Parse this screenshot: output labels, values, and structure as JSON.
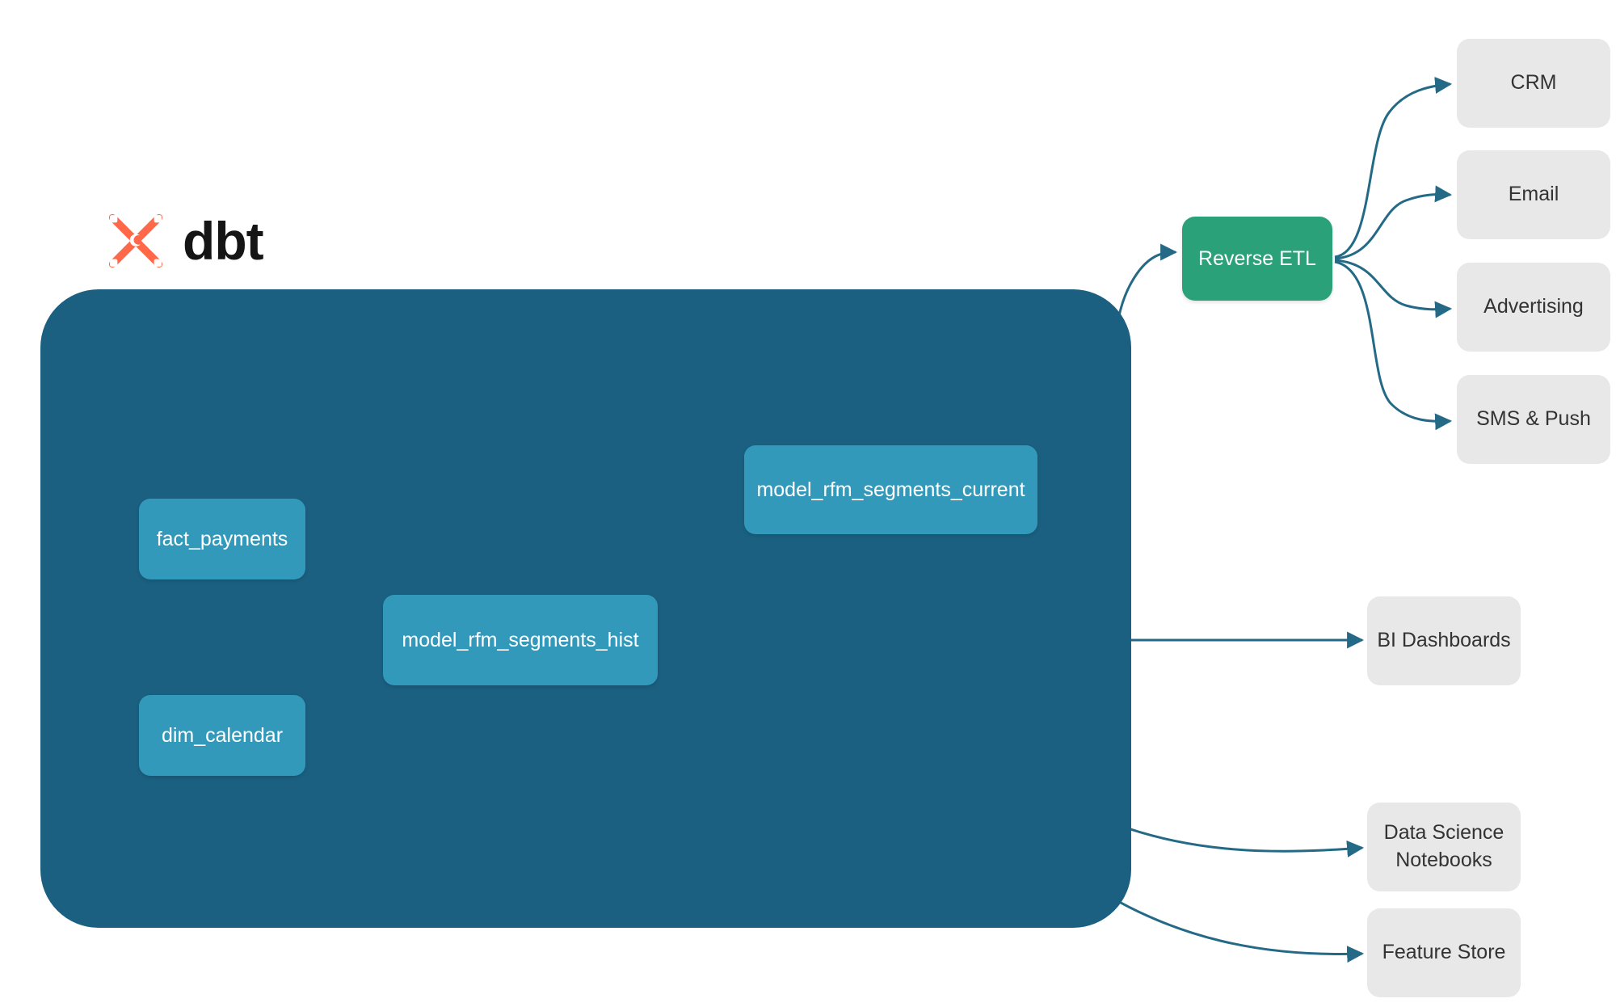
{
  "brand": {
    "logo_icon": "dbt-logo-icon",
    "wordmark": "dbt",
    "logo_color": "#ff694a"
  },
  "colors": {
    "warehouse_bg": "#1b6081",
    "model_node": "#3399bb",
    "reverse_etl": "#2aa179",
    "destination": "#e8e8e8",
    "edge": "#246a86",
    "edge_inner": "#2f80a0"
  },
  "warehouse": {
    "models": [
      {
        "id": "fact_payments",
        "label": "fact_payments"
      },
      {
        "id": "dim_calendar",
        "label": "dim_calendar"
      },
      {
        "id": "model_rfm_segments_hist",
        "label": "model_rfm_segments_hist"
      },
      {
        "id": "model_rfm_segments_current",
        "label": "model_rfm_segments_current"
      }
    ]
  },
  "activation": {
    "reverse_etl_label": "Reverse ETL",
    "destinations": [
      {
        "id": "crm",
        "label": "CRM"
      },
      {
        "id": "email",
        "label": "Email"
      },
      {
        "id": "advertising",
        "label": "Advertising"
      },
      {
        "id": "sms_push",
        "label": "SMS & Push"
      }
    ]
  },
  "consumers": [
    {
      "id": "bi_dashboards",
      "label": "BI Dashboards",
      "line1": "BI Dashboards",
      "line2": ""
    },
    {
      "id": "ds_notebooks",
      "label": "Data Science Notebooks",
      "line1": "Data Science",
      "line2": "Notebooks"
    },
    {
      "id": "feature_store",
      "label": "Feature Store",
      "line1": "Feature Store",
      "line2": ""
    }
  ],
  "edges": [
    {
      "from": "fact_payments",
      "to": "model_rfm_segments_hist"
    },
    {
      "from": "dim_calendar",
      "to": "model_rfm_segments_hist"
    },
    {
      "from": "model_rfm_segments_hist",
      "to": "model_rfm_segments_current"
    },
    {
      "from": "model_rfm_segments_current",
      "to": "reverse_etl"
    },
    {
      "from": "reverse_etl",
      "to": "crm"
    },
    {
      "from": "reverse_etl",
      "to": "email"
    },
    {
      "from": "reverse_etl",
      "to": "advertising"
    },
    {
      "from": "reverse_etl",
      "to": "sms_push"
    },
    {
      "from": "model_rfm_segments_hist",
      "to": "bi_dashboards"
    },
    {
      "from": "model_rfm_segments_hist",
      "to": "ds_notebooks"
    },
    {
      "from": "model_rfm_segments_hist",
      "to": "feature_store"
    }
  ]
}
